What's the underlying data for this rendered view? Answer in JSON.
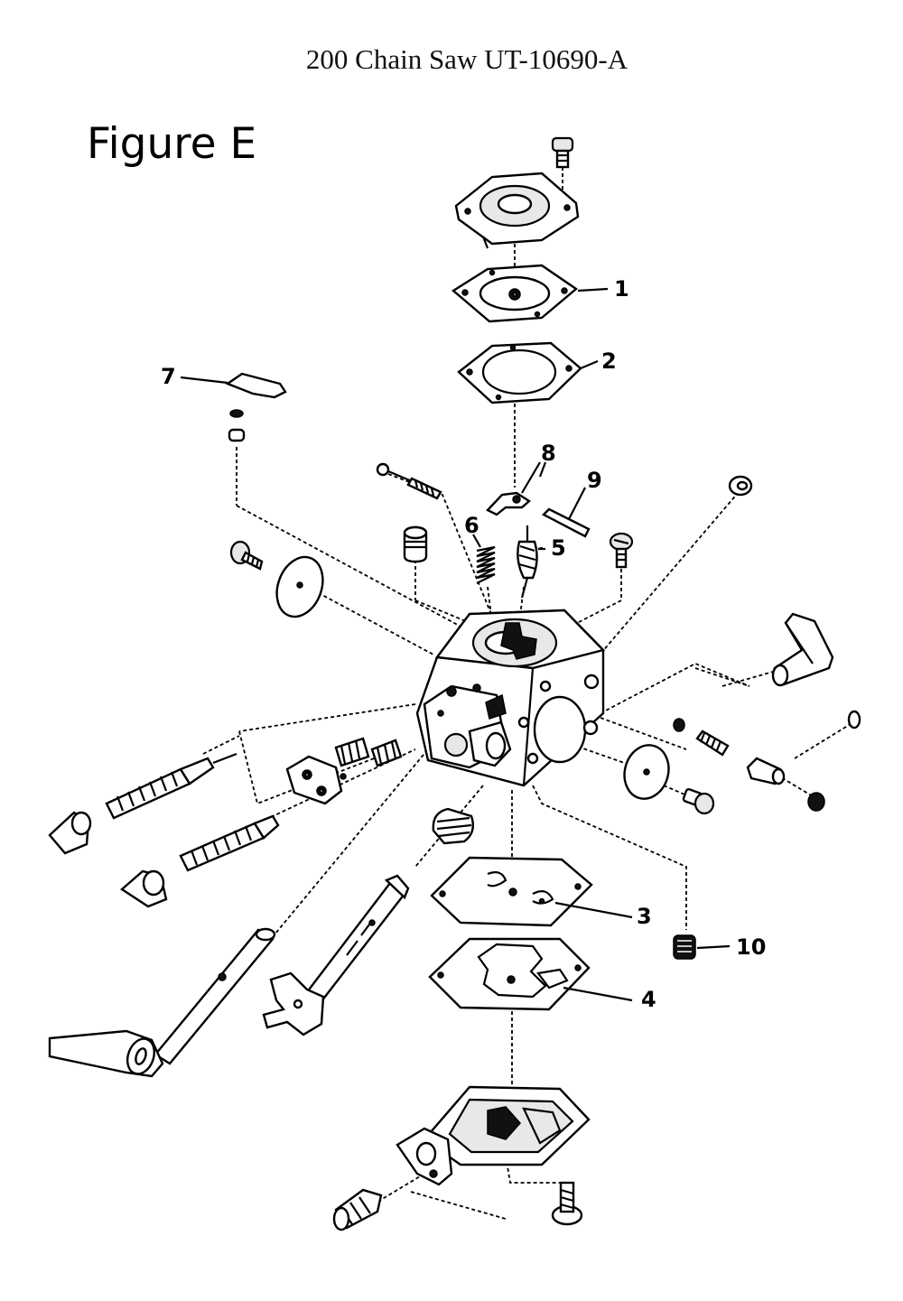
{
  "document": {
    "title": "200 Chain Saw UT-10690-A",
    "figure_label": "Figure E"
  },
  "callouts": [
    {
      "id": "1",
      "label": "1"
    },
    {
      "id": "2",
      "label": "2"
    },
    {
      "id": "3",
      "label": "3"
    },
    {
      "id": "4",
      "label": "4"
    },
    {
      "id": "5",
      "label": "5"
    },
    {
      "id": "6",
      "label": "6"
    },
    {
      "id": "7",
      "label": "7"
    },
    {
      "id": "8",
      "label": "8"
    },
    {
      "id": "9",
      "label": "9"
    },
    {
      "id": "10",
      "label": "10"
    }
  ]
}
